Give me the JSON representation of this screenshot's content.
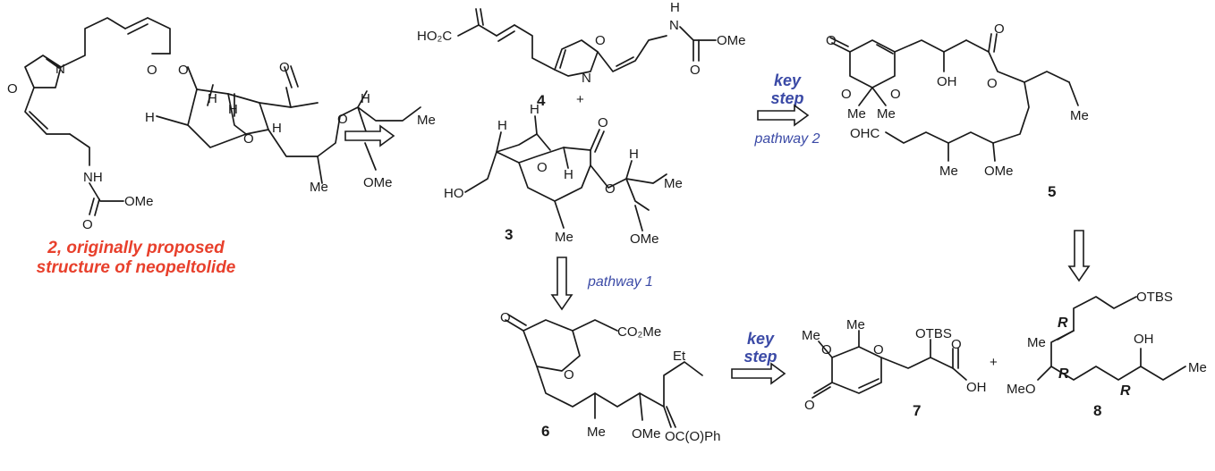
{
  "caption": {
    "line1": "2, originally proposed",
    "line2": "structure of neopeltolide"
  },
  "labels": {
    "key_step_top_1": "key",
    "key_step_top_2": "step",
    "pathway_2": "pathway 2",
    "pathway_1": "pathway 1",
    "key_step_bottom_1": "key",
    "key_step_bottom_2": "step"
  },
  "compounds": {
    "c3": "3",
    "c4": "4",
    "c5": "5",
    "c6": "6",
    "c7": "7",
    "c8": "8"
  },
  "plus_signs": {
    "between_4_and_3": "+",
    "between_7_and_8": "+"
  },
  "atoms": {
    "c2_O_ring": "O",
    "c2_N_ring": "N",
    "c2_O_ester": "O",
    "c2_O_ester2": "O",
    "c2_H1": "H",
    "c2_H2": "H",
    "c2_H3": "H",
    "c2_H4": "H",
    "c2_H5": "H",
    "c2_O_lactone": "O",
    "c2_O_lactone2": "O",
    "c2_O_bridge": "O",
    "c2_Me1": "Me",
    "c2_Me2": "Me",
    "c2_OMe": "OMe",
    "c2_NH": "NH",
    "c2_O_carb": "O",
    "c2_OMe_carb": "OMe",
    "c4_HO2C": "HO₂C",
    "c4_H": "H",
    "c4_N_top": "N",
    "c4_O_ring": "O",
    "c4_N_ring": "N",
    "c4_O_carb": "O",
    "c4_OMe": "OMe",
    "c3_HO": "HO",
    "c3_H1": "H",
    "c3_H2": "H",
    "c3_H3": "H",
    "c3_H4": "H",
    "c3_O_bridge": "O",
    "c3_O_lactone": "O",
    "c3_O_lactone2": "O",
    "c3_Me1": "Me",
    "c3_Me2": "Me",
    "c3_OMe": "OMe",
    "c5_O1": "O",
    "c5_O2": "O",
    "c5_O3": "O",
    "c5_Me1": "Me",
    "c5_Me2": "Me",
    "c5_OH": "OH",
    "c5_O4": "O",
    "c5_O5": "O",
    "c5_Me3": "Me",
    "c5_OHC": "OHC",
    "c5_Me4": "Me",
    "c5_OMe": "OMe",
    "c6_O_ketone": "O",
    "c6_CO2Me": "CO₂Me",
    "c6_O_ring": "O",
    "c6_Et": "Et",
    "c6_Me": "Me",
    "c6_OMe": "OMe",
    "c6_OCOPh": "OC(O)Ph",
    "c7_Me1": "Me",
    "c7_Me2": "Me",
    "c7_O1": "O",
    "c7_O2": "O",
    "c7_OTBS": "OTBS",
    "c7_O3": "O",
    "c7_O4": "O",
    "c7_OH": "OH",
    "c8_OTBS": "OTBS",
    "c8_Me": "Me",
    "c8_OH": "OH",
    "c8_MeO": "MeO",
    "c8_Me2": "Me"
  },
  "stereo": {
    "c8_R1": "R",
    "c8_R2": "R",
    "c8_R3": "R"
  }
}
